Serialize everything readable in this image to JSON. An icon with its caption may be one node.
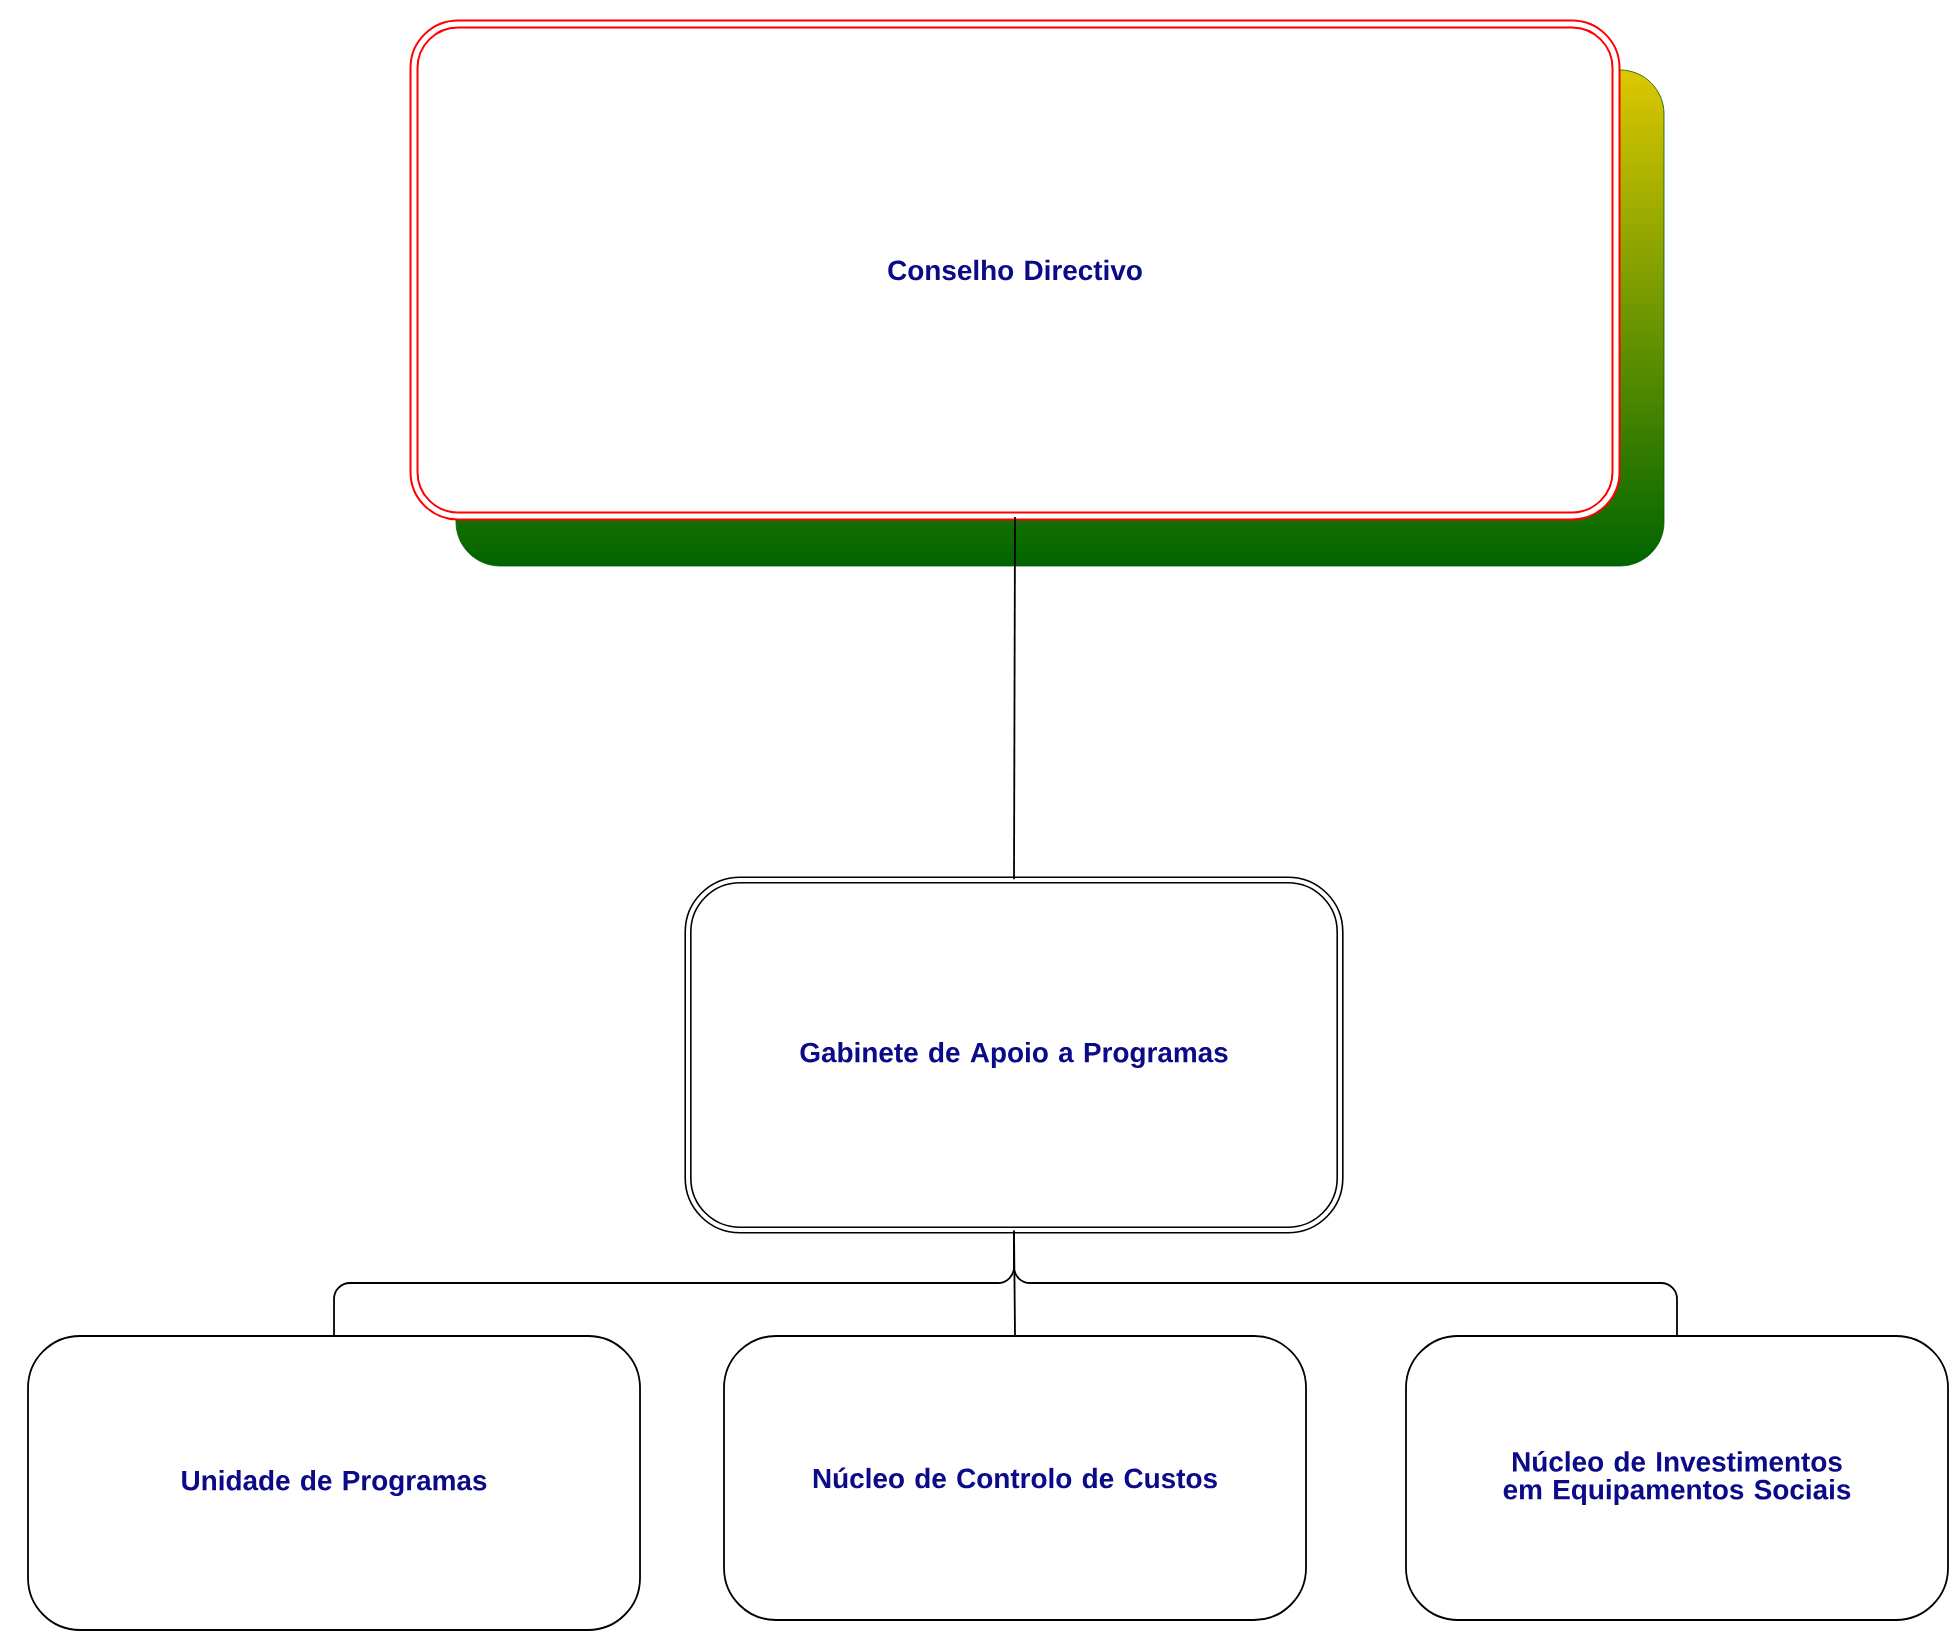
{
  "diagram": {
    "nodes": [
      {
        "text": [
          "Conselho Directivo"
        ]
      },
      {
        "text": [
          "Gabinete de Apoio a Programas"
        ]
      },
      {
        "text": [
          "Unidade de Programas"
        ]
      },
      {
        "text": [
          "Núcleo de Controlo de Custos"
        ]
      },
      {
        "text": [
          "Núcleo de Investimentos em Equipamentos Sociais"
        ]
      }
    ],
    "edges": [
      {
        "from": 0,
        "to": 1,
        "arrow": "none"
      },
      {
        "from": 1,
        "to": 2,
        "arrow": "none"
      },
      {
        "from": 1,
        "to": 3,
        "arrow": "none"
      },
      {
        "from": 1,
        "to": 4,
        "arrow": "none"
      }
    ]
  }
}
